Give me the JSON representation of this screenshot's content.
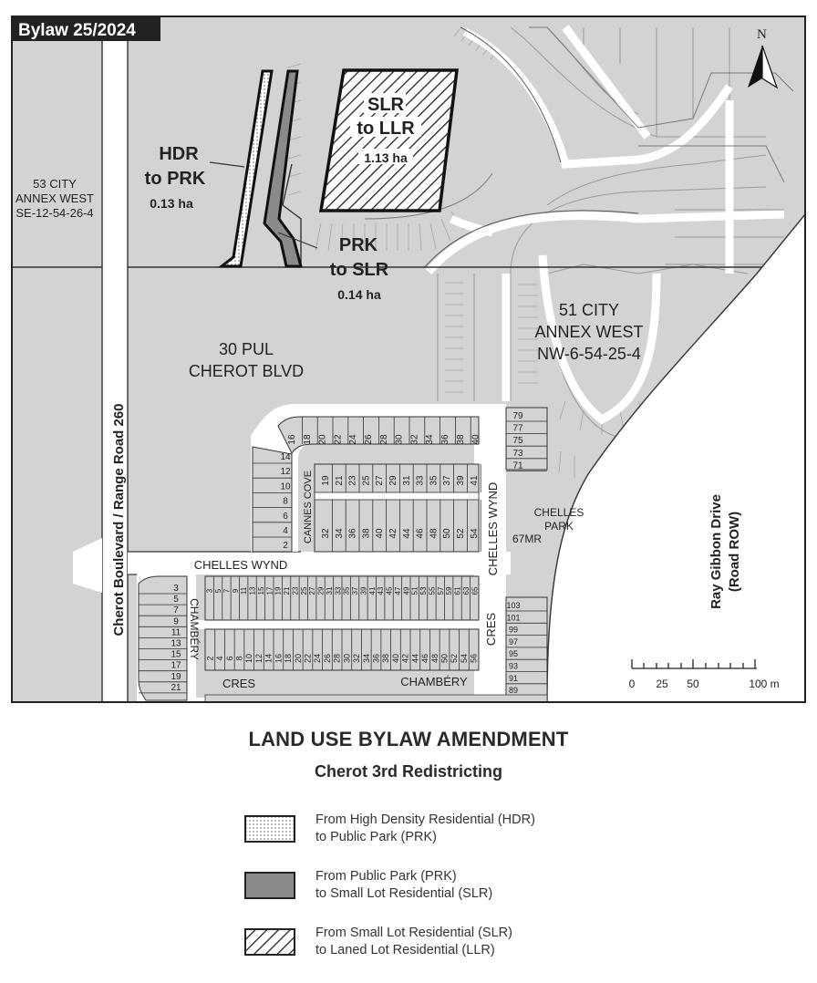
{
  "map": {
    "bylaw_label": "Bylaw 25/2024",
    "north_label": "N",
    "areas": {
      "hdr_to_prk": {
        "line1": "HDR",
        "line2": "to PRK",
        "area": "0.13 ha"
      },
      "prk_to_slr": {
        "line1": "PRK",
        "line2": "to SLR",
        "area": "0.14 ha"
      },
      "slr_to_llr": {
        "line1": "SLR",
        "line2": "to LLR",
        "area": "1.13 ha"
      }
    },
    "parcels": {
      "city53": {
        "line1": "53 CITY",
        "line2": "ANNEX WEST",
        "line3": "SE-12-54-26-4"
      },
      "pul30": {
        "line1": "30 PUL",
        "line2": "CHEROT BLVD"
      },
      "city51": {
        "line1": "51 CITY",
        "line2": "ANNEX WEST",
        "line3": "NW-6-54-25-4"
      },
      "chelles_park": {
        "line1": "CHELLES",
        "line2": "PARK",
        "line3": "67MR"
      }
    },
    "roads": {
      "cherot_boulevard": "Cherot Boulevard / Range Road 260",
      "ray_gibbon_line1": "Ray Gibbon Drive",
      "ray_gibbon_line2": "(Road ROW)",
      "chelles_wynd_h": "CHELLES WYND",
      "chelles_wynd_v": "CHELLES WYND",
      "cannes_cove": "CANNES COVE",
      "chambery_v": "CHAMBÉRY",
      "cres_v": "CRES",
      "cres_h": "CRES",
      "chambery_h": "CHAMBÉRY"
    },
    "lots": {
      "top_row": [
        "16",
        "18",
        "20",
        "22",
        "24",
        "26",
        "28",
        "30",
        "32",
        "34",
        "36",
        "38",
        "40"
      ],
      "left_col": [
        "14",
        "12",
        "10",
        "8",
        "6",
        "4",
        "2"
      ],
      "cove_top": [
        "19",
        "21",
        "23",
        "25",
        "27",
        "29",
        "31",
        "33",
        "35",
        "37",
        "39",
        "41"
      ],
      "cove_bottom": [
        "32",
        "34",
        "36",
        "38",
        "40",
        "42",
        "44",
        "46",
        "48",
        "50",
        "52",
        "54"
      ],
      "right_col": [
        "79",
        "77",
        "75",
        "73",
        "71"
      ],
      "east_col": [
        "103",
        "101",
        "99",
        "97",
        "95",
        "93",
        "91",
        "89"
      ],
      "cham_left": [
        "3",
        "5",
        "7",
        "9",
        "11",
        "13",
        "15",
        "17",
        "19",
        "21"
      ],
      "block_top": [
        "3",
        "5",
        "7",
        "9",
        "11",
        "13",
        "15",
        "17",
        "19",
        "21",
        "23",
        "25",
        "27",
        "29",
        "31",
        "33",
        "35",
        "37",
        "39",
        "41",
        "43",
        "45",
        "47",
        "49",
        "51",
        "53",
        "55",
        "57",
        "59",
        "61",
        "63",
        "65"
      ],
      "block_bottom": [
        "2",
        "4",
        "6",
        "8",
        "10",
        "12",
        "14",
        "16",
        "18",
        "20",
        "22",
        "24",
        "26",
        "28",
        "30",
        "32",
        "34",
        "36",
        "38",
        "40",
        "42",
        "44",
        "46",
        "48",
        "50",
        "52",
        "54",
        "56"
      ]
    },
    "scale": {
      "ticks": [
        "0",
        "25",
        "50",
        "100 m"
      ]
    }
  },
  "title": "LAND USE BYLAW AMENDMENT",
  "subtitle": "Cherot 3rd Redistricting",
  "legend": [
    {
      "line1": "From High Density Residential (HDR)",
      "line2": "to Public Park (PRK)",
      "pattern": "dotted"
    },
    {
      "line1": "From Public Park (PRK)",
      "line2": "to Small Lot Residential (SLR)",
      "pattern": "gray"
    },
    {
      "line1": "From Small Lot Residential (SLR)",
      "line2": "to Laned Lot Residential (LLR)",
      "pattern": "hatched"
    }
  ],
  "colors": {
    "map_fill": "#d3d3d3",
    "road": "#ffffff",
    "line": "#333333",
    "prk_fill": "#8a8a8a"
  }
}
